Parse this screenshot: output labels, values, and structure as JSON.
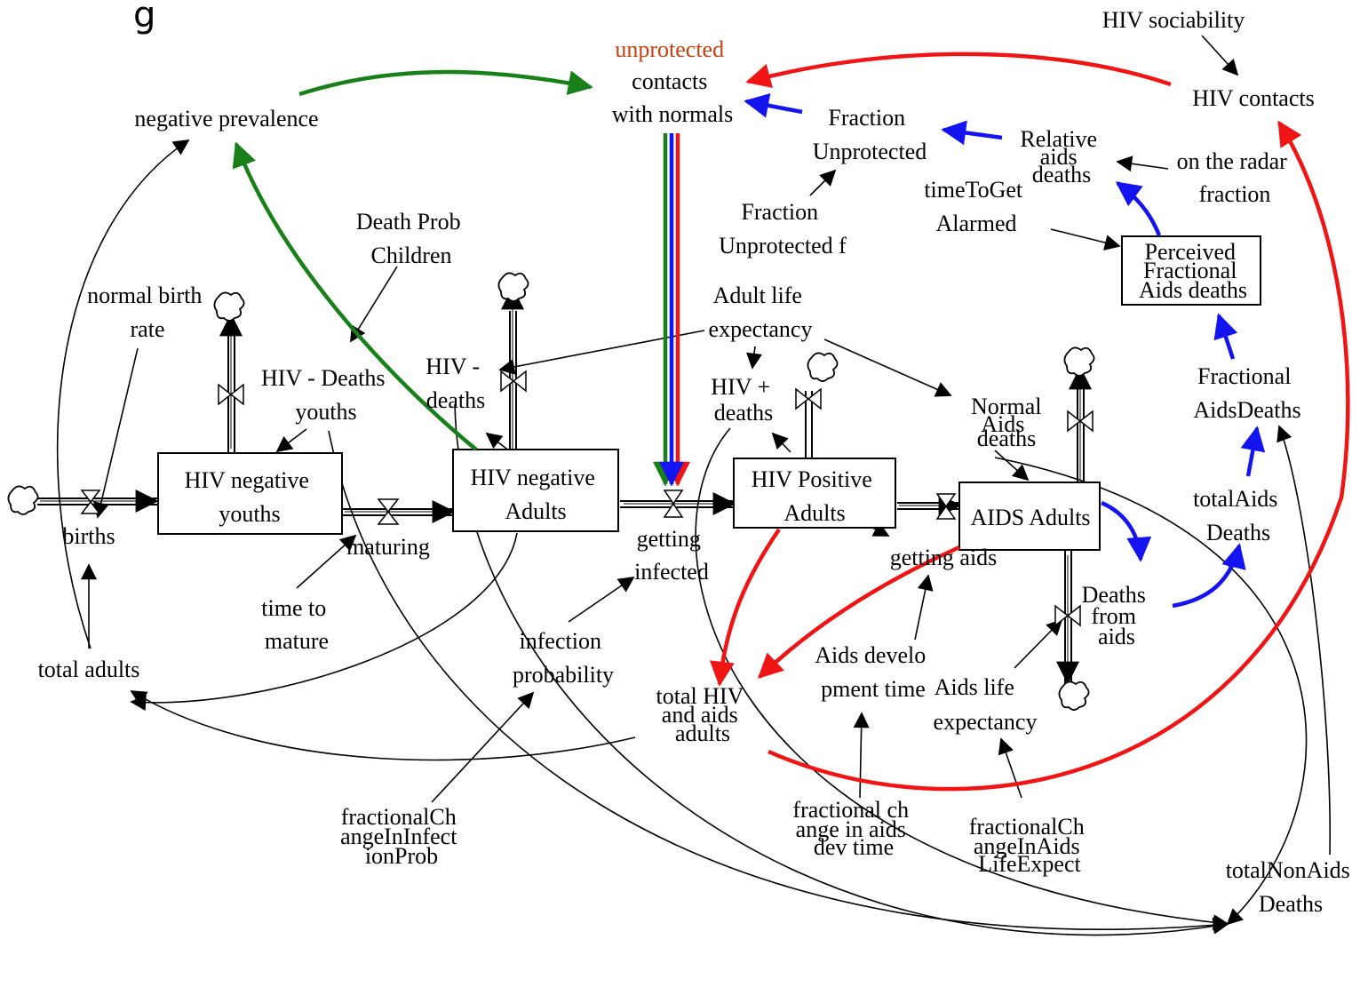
{
  "title_fragment": "g",
  "colors": {
    "reinforcing_green": "#188018",
    "loop_red": "#f01414",
    "loop_blue": "#1414f0",
    "highlight_text": "#c84010",
    "ink": "#000000"
  },
  "stocks": {
    "hiv_negative_youths": [
      "HIV negative",
      "youths"
    ],
    "hiv_negative_adults": [
      "HIV negative",
      "Adults"
    ],
    "hiv_positive_adults": [
      "HIV Positive",
      "Adults"
    ],
    "aids_adults": [
      "AIDS Adults"
    ],
    "perceived_fractional_aids_deaths": [
      "Perceived",
      "Fractional",
      "Aids deaths"
    ]
  },
  "flows": {
    "births": [
      "births"
    ],
    "maturing": [
      "maturing"
    ],
    "hiv_deaths_youths": [
      "HIV - Deaths",
      "youths"
    ],
    "hiv_neg_deaths": [
      "HIV -",
      "deaths"
    ],
    "getting_infected": [
      "getting",
      "infected"
    ],
    "hiv_pos_deaths": [
      "HIV +",
      "deaths"
    ],
    "getting_aids": [
      "getting aids"
    ],
    "normal_aids_deaths": [
      "Normal",
      "Aids",
      "deaths"
    ],
    "deaths_from_aids": [
      "Deaths",
      "from",
      "aids"
    ]
  },
  "variables": {
    "unprotected_contacts": [
      "unprotected",
      "contacts",
      "with normals"
    ],
    "negative_prevalence": [
      "negative prevalence"
    ],
    "hiv_sociability": [
      "HIV sociability"
    ],
    "hiv_contacts": [
      "HIV contacts"
    ],
    "fraction_unprotected": [
      "Fraction",
      "Unprotected"
    ],
    "fraction_unprotected_f": [
      "Fraction",
      "Unprotected f"
    ],
    "relative_aids_deaths": [
      "Relative",
      "aids",
      "deaths"
    ],
    "on_the_radar_fraction": [
      "on the radar",
      "fraction"
    ],
    "time_to_get_alarmed": [
      "timeToGet",
      "Alarmed"
    ],
    "death_prob_children": [
      "Death Prob",
      "Children"
    ],
    "normal_birth_rate": [
      "normal birth",
      "rate"
    ],
    "adult_life_expectancy": [
      "Adult life",
      "expectancy"
    ],
    "fractional_aids_deaths": [
      "Fractional",
      "AidsDeaths"
    ],
    "total_aids_deaths": [
      "totalAids",
      "Deaths"
    ],
    "time_to_mature": [
      "time to",
      "mature"
    ],
    "total_adults": [
      "total adults"
    ],
    "infection_probability": [
      "infection",
      "probability"
    ],
    "total_hiv_and_aids_adults": [
      "total HIV",
      "and aids",
      "adults"
    ],
    "aids_development_time": [
      "Aids develo",
      "pment time"
    ],
    "aids_life_expectancy": [
      "Aids life",
      "expectancy"
    ],
    "fractional_change_infect_prob": [
      "fractionalCh",
      "angeInInfect",
      "ionProb"
    ],
    "fractional_change_aids_dev_time": [
      "fractional ch",
      "ange in aids",
      "dev time"
    ],
    "fractional_change_aids_life_expect": [
      "fractionalCh",
      "angeInAids",
      "LifeExpect"
    ],
    "total_non_aids_deaths": [
      "totalNonAids",
      "Deaths"
    ]
  }
}
